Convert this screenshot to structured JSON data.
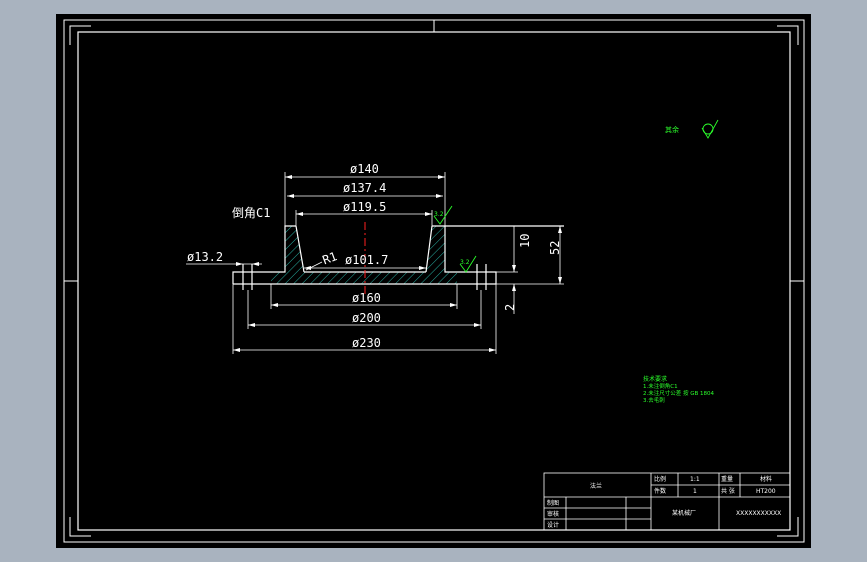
{
  "drawing": {
    "dimensions": {
      "d140": "ø140",
      "d137_4": "ø137.4",
      "d119_5": "ø119.5",
      "d101_7": "ø101.7",
      "d13_2": "ø13.2",
      "d160": "ø160",
      "d200": "ø200",
      "d230": "ø230",
      "r1": "R1",
      "h10": "10",
      "h52": "52",
      "h2": "2"
    },
    "chamfer_note": "倒角C1",
    "roughness": {
      "top_right": "3.2",
      "inner": "3.2",
      "other_label": "其余"
    },
    "tech_notes": [
      "技术要求",
      "1.未注倒角C1",
      "2.未注尺寸公差 按 GB 1804",
      "3.去毛刺"
    ]
  },
  "title_block": {
    "part_name": "法兰",
    "scale_label": "比例",
    "scale_value": "1:1",
    "qty_label": "件数",
    "qty_value": "1",
    "weight_label": "重量",
    "sheet_label": "共 张",
    "material_label": "材料",
    "material_value": "HT200",
    "drawn_label": "制图",
    "checked_label": "审核",
    "design_label": "设计",
    "drawing_no": "某机械厂",
    "school": "XXXXXXXXXXX"
  }
}
